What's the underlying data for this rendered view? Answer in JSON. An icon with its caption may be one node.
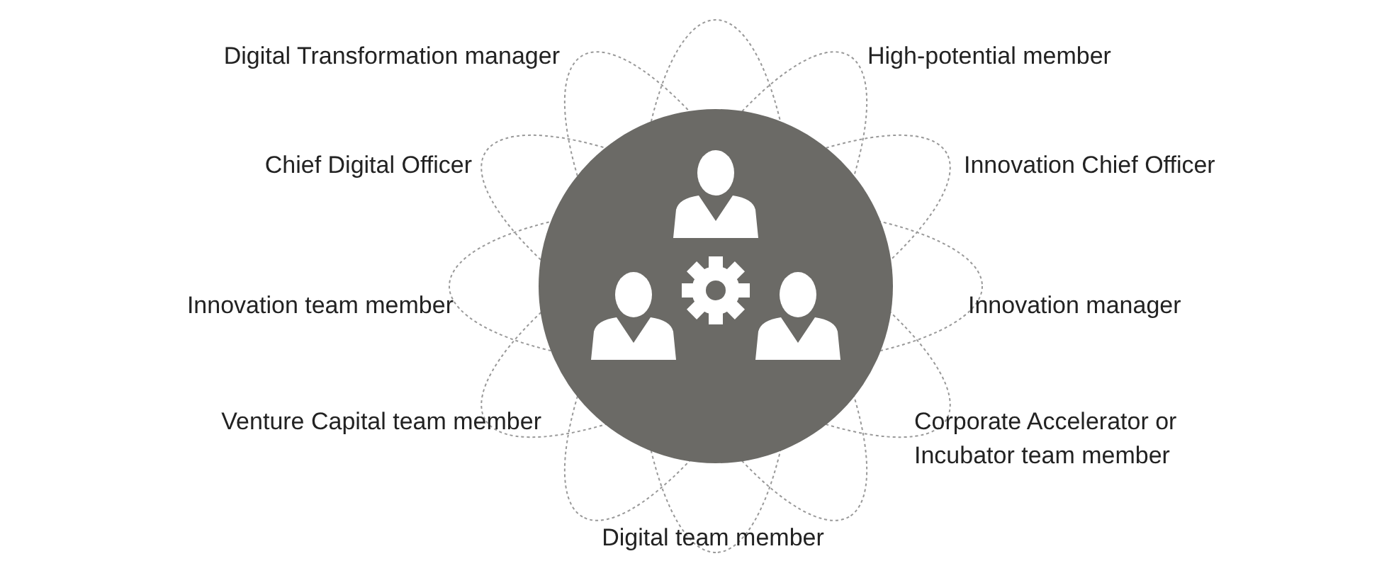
{
  "diagram": {
    "labels": [
      "Digital Transformation manager",
      "High-potential member",
      "Chief Digital Officer",
      "Innovation Chief Officer",
      "Innovation team member",
      "Innovation manager",
      "Venture Capital team member",
      "Corporate Accelerator or Incubator team member",
      "Digital team member"
    ]
  }
}
